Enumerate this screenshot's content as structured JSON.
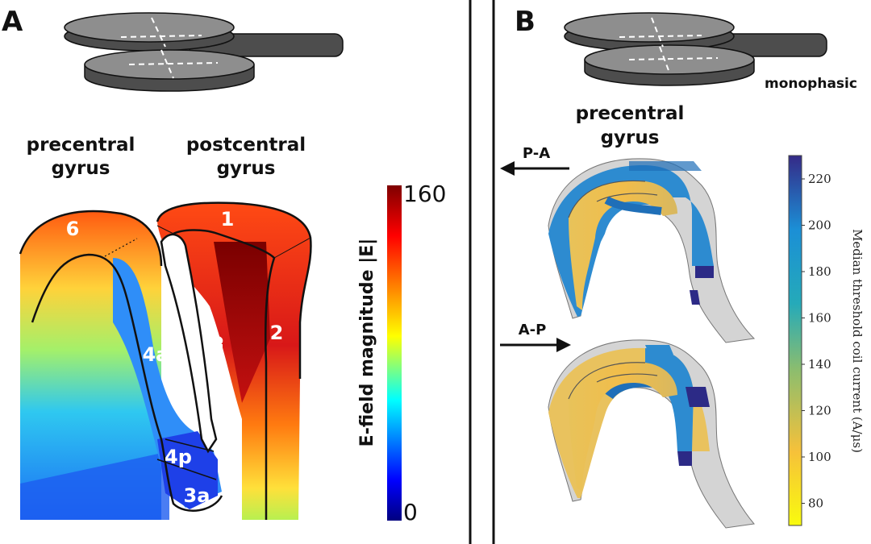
{
  "panel_a": {
    "letter": "A",
    "gyrus_left": [
      "precentral",
      "gyrus"
    ],
    "gyrus_right": [
      "postcentral",
      "gyrus"
    ],
    "regions": {
      "r6": "6",
      "r1": "1",
      "r4a": "4a",
      "r3b": "3b",
      "r2": "2",
      "r4p": "4p",
      "r3a": "3a"
    },
    "colorbar": {
      "title": "E-field magnitude |E|",
      "max": "160",
      "min": "0"
    }
  },
  "panel_b": {
    "letter": "B",
    "waveform": "monophasic",
    "gyrus": [
      "precentral",
      "gyrus"
    ],
    "arrow_pa": "P-A",
    "arrow_ap": "A-P",
    "colorbar": {
      "title": "Median threshold coil current (A/μs)",
      "ticks": [
        "220",
        "200",
        "180",
        "160",
        "140",
        "120",
        "100",
        "80"
      ]
    }
  },
  "colors": {
    "accent_red": "#8b0000",
    "accent_blue": "#1a237e",
    "coil_top": "#8e8e8e",
    "coil_side": "#4d4d4d"
  }
}
